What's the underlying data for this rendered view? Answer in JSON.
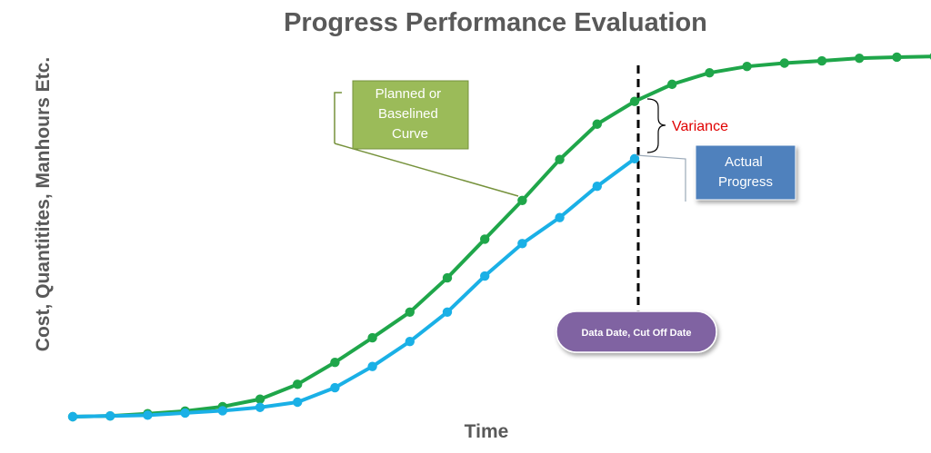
{
  "chart_data": {
    "type": "line",
    "title": "Progress Performance Evaluation",
    "xlabel": "Time",
    "ylabel": "Cost, Quantitites, Manhours Etc.",
    "ylim": [
      0,
      100
    ],
    "grid": false,
    "series": [
      {
        "key": "planned",
        "color": "#1FA64A",
        "values": [
          0,
          0.2,
          0.8,
          1.5,
          2.7,
          4.7,
          8.7,
          14.6,
          21.2,
          28.1,
          37.3,
          47.7,
          58.1,
          69.1,
          78.6,
          84.7,
          89.3,
          92.4,
          94.1,
          95.0,
          95.6,
          96.3,
          96.6,
          96.8
        ]
      },
      {
        "key": "actual",
        "color": "#1AB0E6",
        "values": [
          0,
          0.2,
          0.4,
          1.0,
          1.6,
          2.5,
          3.9,
          7.8,
          13.5,
          20.2,
          28.1,
          37.8,
          46.5,
          53.5,
          61.9,
          69.3
        ]
      }
    ],
    "callouts": {
      "planned": "Planned or Baselined Curve",
      "actual": "Actual Progress",
      "variance": "Variance",
      "data_date": "Data Date, Cut Off Date"
    },
    "data_date_index": 15,
    "colors": {
      "planned_box": "#9BBB59",
      "planned_box_border": "#76923C",
      "actual_box": "#4F81BD",
      "pill": "#8064A2",
      "variance_text": "#E00000",
      "text": "#595959"
    }
  }
}
